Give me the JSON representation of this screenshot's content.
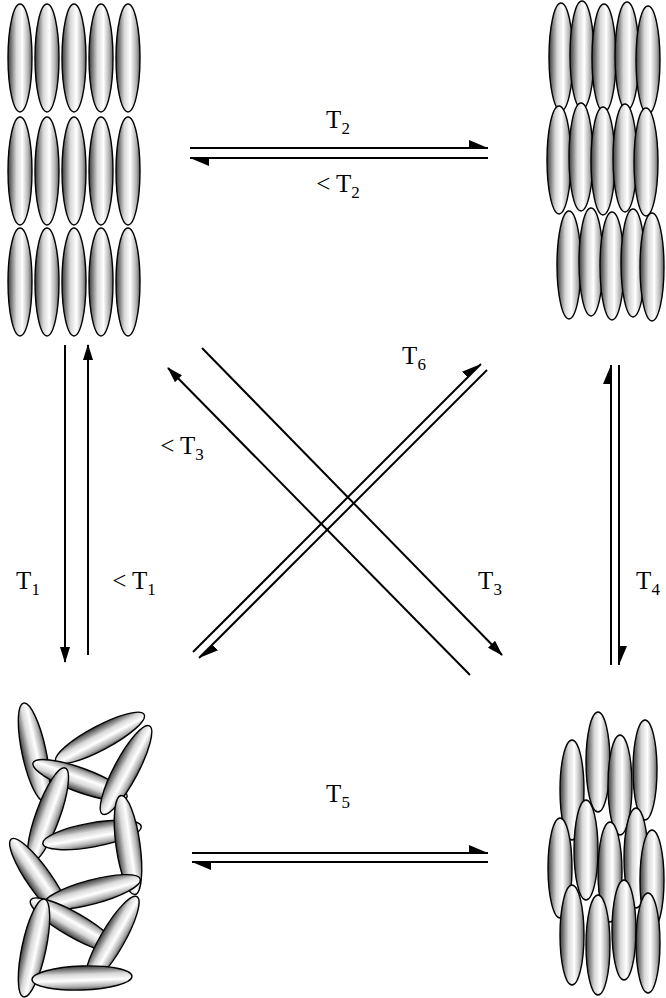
{
  "diagram": {
    "labels": [
      "T2",
      "< T2",
      "T6",
      "< T3",
      "T1",
      "< T1",
      "T3",
      "T4",
      "T5"
    ]
  }
}
